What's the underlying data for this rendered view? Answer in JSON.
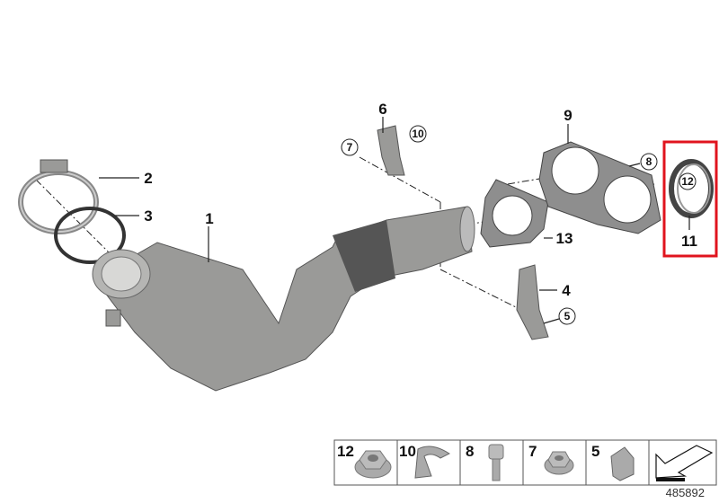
{
  "diagram": {
    "callouts": {
      "p1": "1",
      "p2": "2",
      "p3": "3",
      "p4": "4",
      "p5": "5",
      "p6": "6",
      "p7": "7",
      "p8": "8",
      "p9": "9",
      "p10": "10",
      "p11": "11",
      "p12": "12",
      "p13": "13"
    },
    "highlight_color": "#e0141e",
    "legend": [
      {
        "number": "12",
        "icon": "flange-hex-nut"
      },
      {
        "number": "10",
        "icon": "spring-clip"
      },
      {
        "number": "8",
        "icon": "socket-head-bolt"
      },
      {
        "number": "7",
        "icon": "hex-nut"
      },
      {
        "number": "5",
        "icon": "clip-nut"
      },
      {
        "number": "",
        "icon": "direction-arrow"
      }
    ],
    "diagram_id": "485892"
  }
}
